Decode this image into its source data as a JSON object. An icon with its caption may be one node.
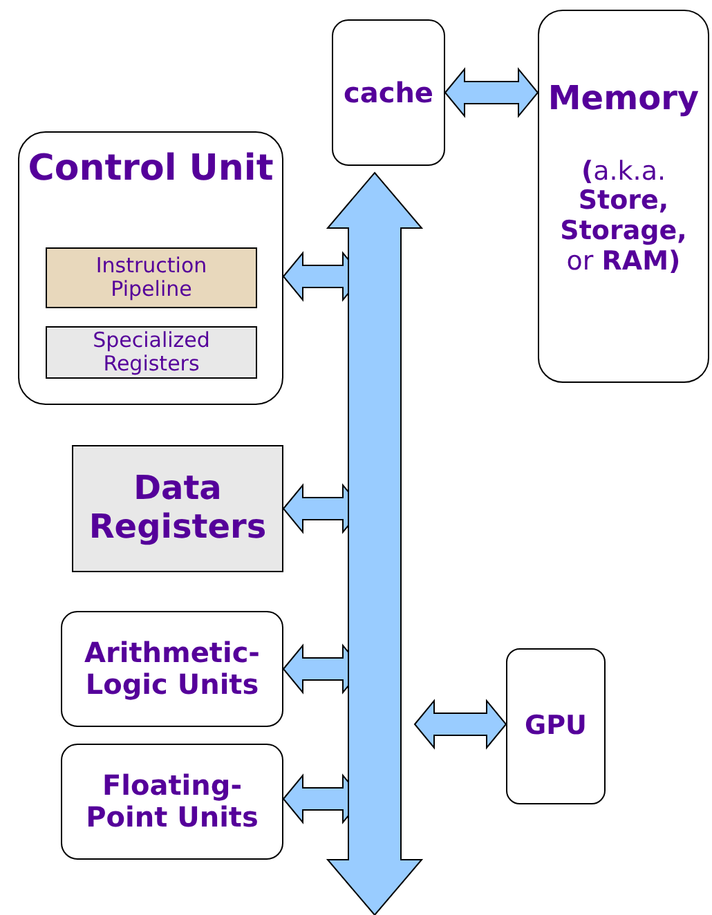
{
  "diagram": {
    "nodes": [
      {
        "text": [
          "cache"
        ]
      },
      {
        "text": [
          "Memory",
          "**(**a.k.a. **Store, Storage,** or **RAM)**"
        ]
      },
      {
        "text": [],
        "shape": "bar"
      },
      {
        "text": [
          "Control Unit"
        ]
      },
      {
        "text": [
          "Instruction Pipeline"
        ],
        "in": 3
      },
      {
        "text": [
          "Specialized Registers"
        ],
        "in": 3
      },
      {
        "text": [
          "Data Registers"
        ]
      },
      {
        "text": [
          "Arithmetic-Logic Units"
        ]
      },
      {
        "text": [
          "Floating-Point Units"
        ]
      },
      {
        "text": [
          "GPU"
        ]
      }
    ],
    "edges": [
      {
        "from": 0,
        "to": 1,
        "arrow": "both"
      },
      {
        "from": 3,
        "to": 2,
        "arrow": "both"
      },
      {
        "from": 6,
        "to": 2,
        "arrow": "both"
      },
      {
        "from": 7,
        "to": 2,
        "arrow": "both"
      },
      {
        "from": 8,
        "to": 2,
        "arrow": "both"
      },
      {
        "from": 2,
        "to": 9,
        "arrow": "both"
      }
    ]
  }
}
